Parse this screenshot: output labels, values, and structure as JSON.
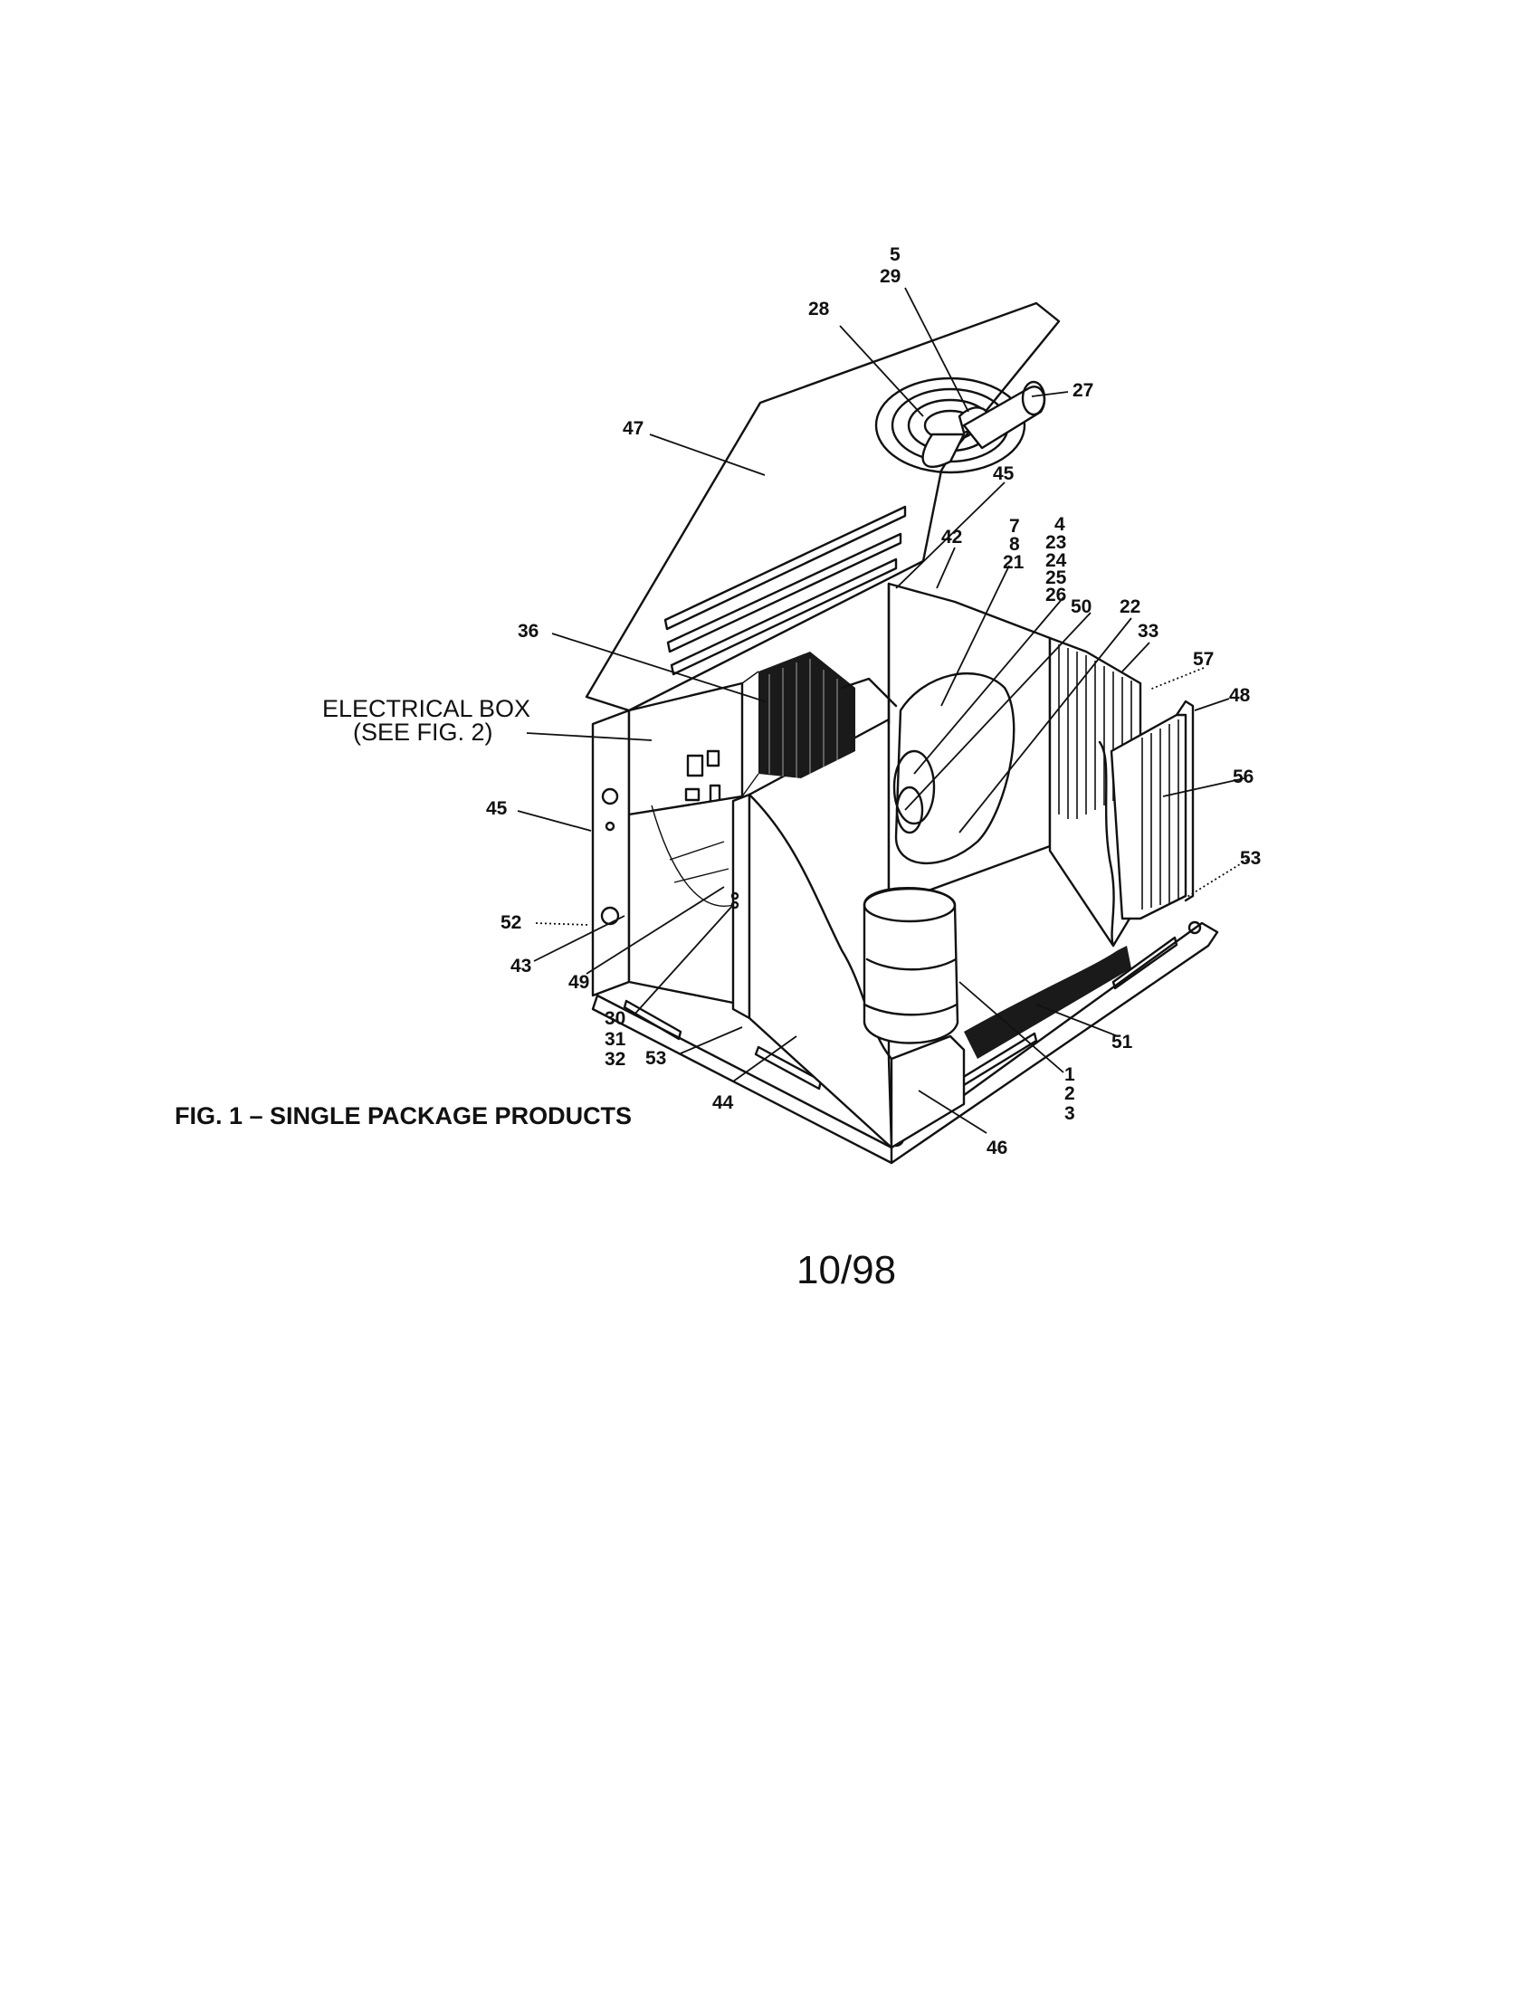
{
  "figure": {
    "electrical_box_label_line1": "ELECTRICAL BOX",
    "electrical_box_label_line2": "(SEE FIG. 2)",
    "caption": "FIG. 1 – SINGLE PACKAGE PRODUCTS",
    "date_code": "10/98"
  },
  "callouts": {
    "c5": "5",
    "c29": "29",
    "c28": "28",
    "c27": "27",
    "c47": "47",
    "c45_top": "45",
    "c42": "42",
    "c7": "7",
    "c8": "8",
    "c21": "21",
    "c4": "4",
    "c23": "23",
    "c24": "24",
    "c25": "25",
    "c26": "26",
    "c50": "50",
    "c22": "22",
    "c33": "33",
    "c36": "36",
    "c57": "57",
    "c48": "48",
    "c56": "56",
    "c45_left": "45",
    "c53_right": "53",
    "c52": "52",
    "c43": "43",
    "c49": "49",
    "c30": "30",
    "c31": "31",
    "c32": "32",
    "c53_left": "53",
    "c44": "44",
    "c51": "51",
    "c1": "1",
    "c2": "2",
    "c3": "3",
    "c46": "46"
  }
}
